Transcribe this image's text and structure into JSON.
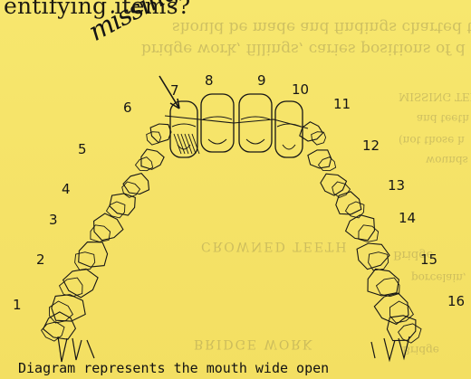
{
  "header": {
    "text": "entifying items?"
  },
  "annotation": {
    "text": "missing"
  },
  "tooth_numbers": [
    "1",
    "2",
    "3",
    "4",
    "5",
    "6",
    "7",
    "8",
    "9",
    "10",
    "11",
    "12",
    "13",
    "14",
    "15",
    "16"
  ],
  "missing_tooth_number": "7",
  "caption": "Diagram represents the mouth wide open",
  "bleed_through": {
    "l1": "should be made and findings charted to",
    "l2": "bridge work, fillings, caries positions of d",
    "l3": "MISSING TEETH",
    "l4": "and teeth missing",
    "l5": "(not those h",
    "l6": "wounds",
    "l7": "CROWNED TEETH",
    "l8": "Bridge",
    "l9": "porcelain,",
    "l10": "BRIDGE WORK",
    "l11": "Bridge"
  },
  "colors": {
    "paper": "#f6e56a",
    "ink": "#161616"
  }
}
